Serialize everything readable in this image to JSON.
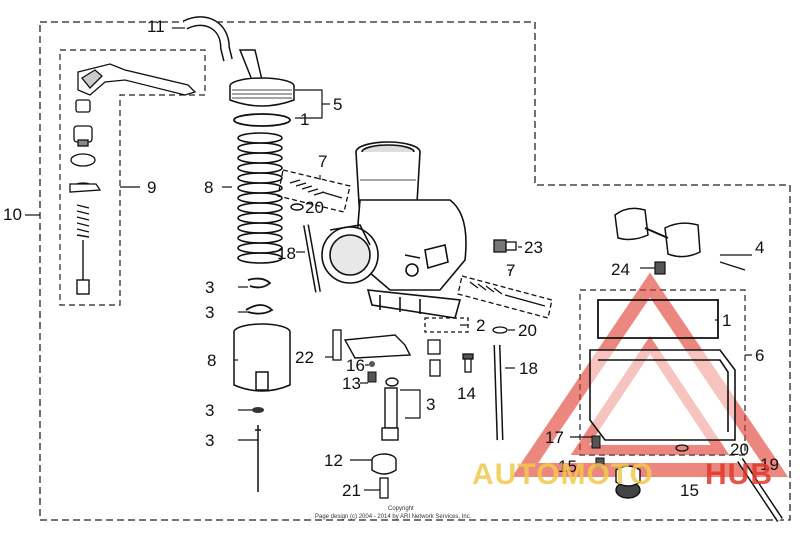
{
  "part_labels": {
    "p1a": "1",
    "p1b": "1",
    "p2": "2",
    "p3a": "3",
    "p3b": "3",
    "p3c": "3",
    "p3d": "3",
    "p3e": "3",
    "p4": "4",
    "p5": "5",
    "p6": "6",
    "p7a": "7",
    "p7b": "7",
    "p8a": "8",
    "p8b": "8",
    "p9": "9",
    "p10": "10",
    "p11": "11",
    "p12": "12",
    "p13": "13",
    "p14": "14",
    "p15a": "15",
    "p15b": "15",
    "p16": "16",
    "p17": "17",
    "p18a": "18",
    "p18b": "18",
    "p19": "19",
    "p20a": "20",
    "p20b": "20",
    "p20c": "20",
    "p21": "21",
    "p22": "22",
    "p23": "23",
    "p24": "24"
  },
  "copyright": {
    "line1": "Copyright",
    "line2": "Page design (c) 2004 - 2014 by ARI Network Services, Inc."
  },
  "watermark": {
    "left": "AUTOMOTO",
    "right": "HUB",
    "color_red": "#e0382b",
    "color_yellow": "#f2c94c"
  },
  "colors": {
    "ink": "#111111",
    "paper": "#ffffff"
  }
}
